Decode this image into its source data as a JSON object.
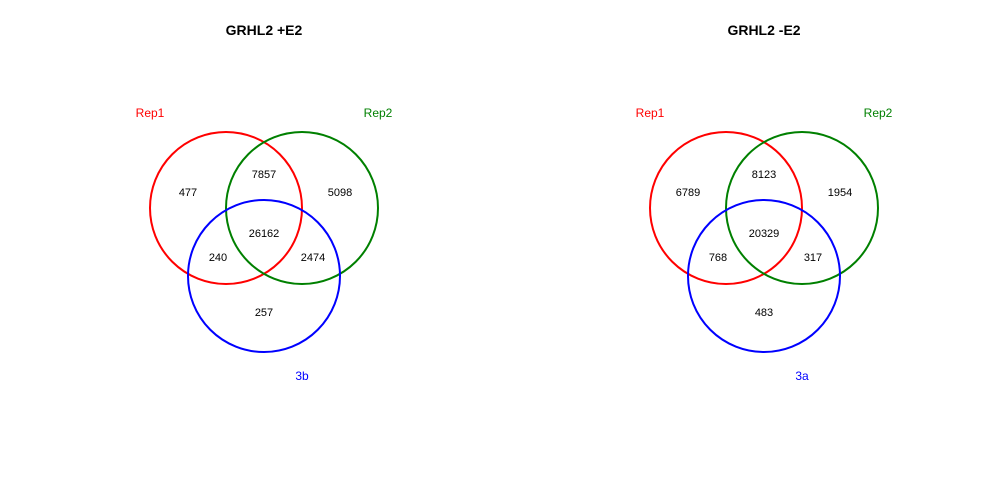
{
  "colors": {
    "set1": "#ff0000",
    "set2": "#008000",
    "set3": "#0000ff"
  },
  "venns": [
    {
      "title": "GRHL2 +E2",
      "sets": [
        "Rep1",
        "Rep2",
        "3b"
      ],
      "regions": {
        "only1": "477",
        "s12": "7857",
        "only2": "5098",
        "s123": "26162",
        "s13": "240",
        "s23": "2474",
        "only3": "257"
      }
    },
    {
      "title": "GRHL2 -E2",
      "sets": [
        "Rep1",
        "Rep2",
        "3a"
      ],
      "regions": {
        "only1": "6789",
        "s12": "8123",
        "only2": "1954",
        "s123": "20329",
        "s13": "768",
        "s23": "317",
        "only3": "483"
      }
    }
  ]
}
